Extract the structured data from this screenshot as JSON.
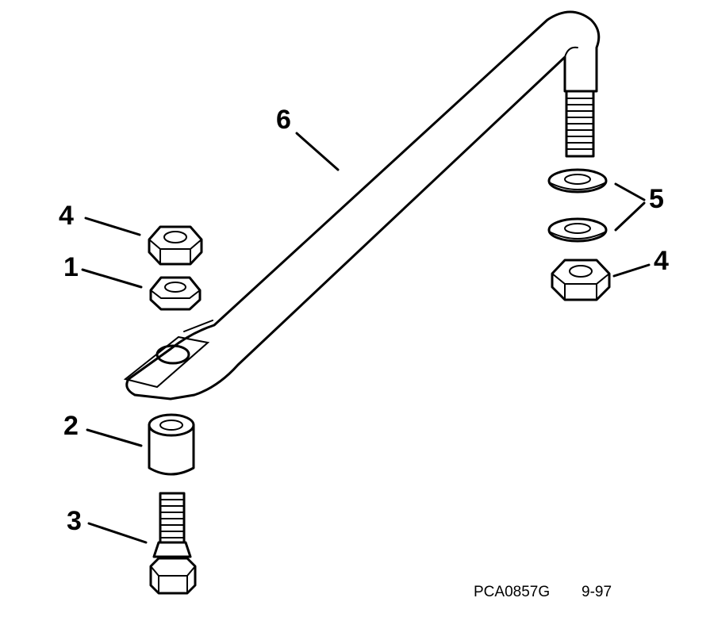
{
  "callouts": {
    "c1": "1",
    "c2": "2",
    "c3": "3",
    "c4_left": "4",
    "c4_right": "4",
    "c5": "5",
    "c6": "6"
  },
  "footer": {
    "part_code": "PCA0857G",
    "date": "9-97"
  },
  "colors": {
    "stipple": "#9a9a9a",
    "ink": "#000000",
    "paper": "#ffffff"
  }
}
